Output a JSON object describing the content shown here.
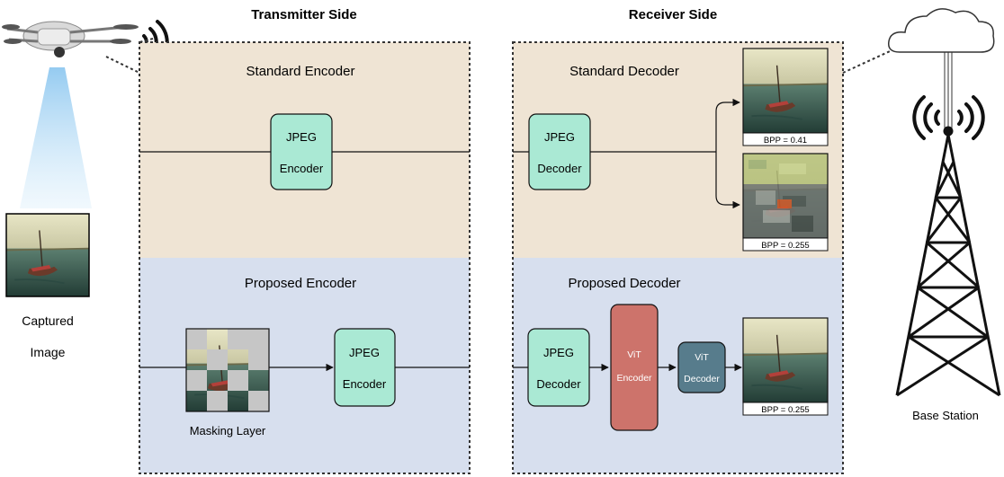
{
  "headings": {
    "transmitter": "Transmitter Side",
    "receiver": "Receiver Side"
  },
  "transmitter": {
    "standard_title": "Standard Encoder",
    "proposed_title": "Proposed Encoder",
    "std_block": [
      "JPEG",
      "Encoder"
    ],
    "prop_block": [
      "JPEG",
      "Encoder"
    ],
    "mask_label": "Masking Layer"
  },
  "receiver": {
    "standard_title": "Standard Decoder",
    "proposed_title": "Proposed Decoder",
    "std_block": [
      "JPEG",
      "Decoder"
    ],
    "prop_jpeg_block": [
      "JPEG",
      "Decoder"
    ],
    "vit_encoder": [
      "ViT",
      "Encoder"
    ],
    "vit_decoder": [
      "ViT",
      "Decoder"
    ],
    "bpp_top": "BPP = 0.41",
    "bpp_mid": "BPP = 0.255",
    "bpp_bottom": "BPP = 0.255"
  },
  "captured": [
    "Captured",
    "Image"
  ],
  "base_station": "Base Station",
  "colors": {
    "standard_bg": "#efe4d4",
    "proposed_bg": "#d7dfee",
    "jpeg_block": "#aae9d4",
    "vit_encoder": "#cd736b",
    "vit_decoder": "#577c8c"
  }
}
